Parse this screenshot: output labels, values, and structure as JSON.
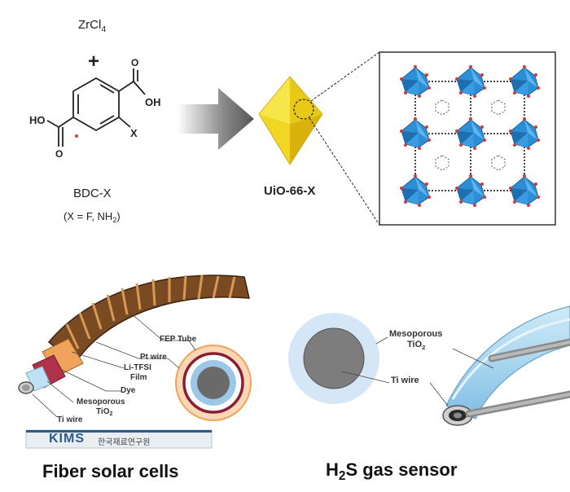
{
  "top": {
    "reagent": "ZrCl",
    "reagent_sub": "4",
    "plus": "+",
    "oh_right": "OH",
    "ho_left": "HO",
    "x_group": "X",
    "o_bottom": "O",
    "o_top": "O",
    "linker_name": "BDC-X",
    "linker_note_pre": "(X = F, NH",
    "linker_note_sub": "2",
    "linker_note_post": ")",
    "mof_name": "UiO-66-X",
    "colors": {
      "octahedron": "#f5dc1e",
      "cluster": "#2c8fd6",
      "oxygen": "#d23a3a"
    }
  },
  "solar": {
    "title": "Fiber solar cells",
    "labels": {
      "fep": "FEP Tube",
      "pt": "Pt wire",
      "litfsi_1": "Li-TFSI",
      "litfsi_2": "Film",
      "dye": "Dye",
      "meso_1": "Mesoporous",
      "meso_2": "TiO",
      "meso_sub": "2",
      "ti": "Ti wire"
    },
    "logo_text": "KIMS",
    "logo_korean": "한국재료연구원"
  },
  "sensor": {
    "title_pre": "H",
    "title_sub": "2",
    "title_post": "S gas sensor",
    "labels": {
      "meso_1": "Mesoporous",
      "meso_2": "TiO",
      "meso_sub": "2",
      "ti": "Ti wire"
    }
  }
}
